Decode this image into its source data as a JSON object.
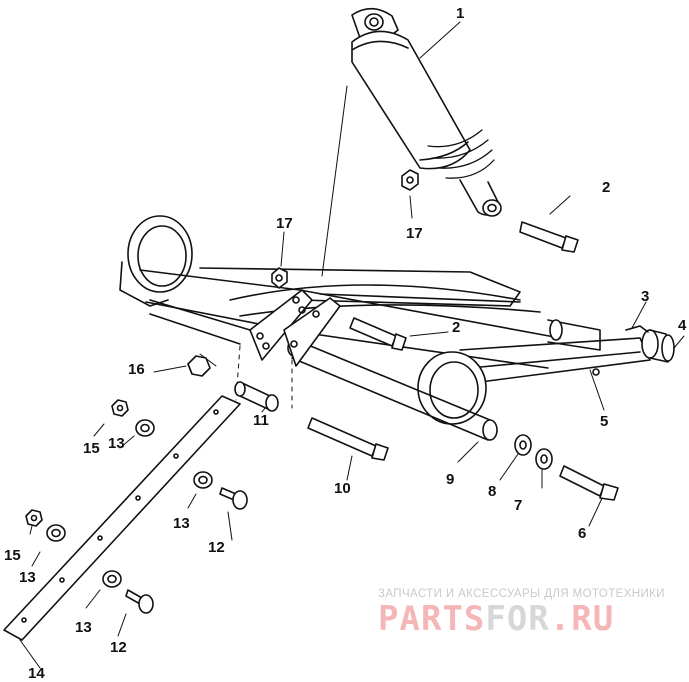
{
  "diagram": {
    "part_numbers": [
      "1",
      "2",
      "2",
      "3",
      "4",
      "5",
      "6",
      "7",
      "8",
      "9",
      "10",
      "11",
      "12",
      "12",
      "13",
      "13",
      "13",
      "13",
      "14",
      "15",
      "15",
      "16",
      "17",
      "17"
    ]
  },
  "watermark": {
    "caption": "ЗАПЧАСТИ И АКСЕССУАРЫ ДЛЯ МОТОТЕХНИКИ",
    "logo_parts": "PARTS",
    "logo_for": "FOR",
    "logo_tld": ".RU",
    "colors": {
      "parts": "#f4b6b6",
      "for": "#d7d7d7",
      "tld": "#f4b6b6"
    }
  },
  "line_color": "#111111"
}
